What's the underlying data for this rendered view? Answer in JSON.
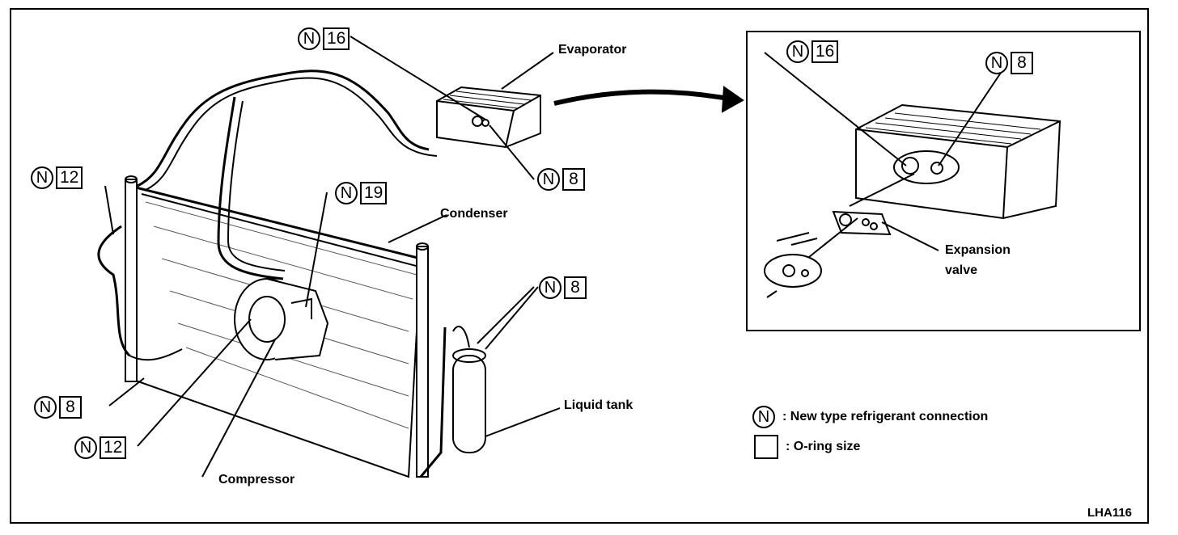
{
  "figure_id": "LHA116",
  "labels": {
    "evaporator": "Evaporator",
    "condenser": "Condenser",
    "liquid_tank": "Liquid tank",
    "compressor": "Compressor",
    "expansion_valve_line1": "Expansion",
    "expansion_valve_line2": "valve"
  },
  "callouts": {
    "evap_top": {
      "n": "N",
      "size": "16"
    },
    "evap_bottom": {
      "n": "N",
      "size": "8"
    },
    "left_top": {
      "n": "N",
      "size": "12"
    },
    "compressor": {
      "n": "N",
      "size": "19"
    },
    "left_bottom": {
      "n": "N",
      "size": "8"
    },
    "compressor_left": {
      "n": "N",
      "size": "12"
    },
    "liquid_tank": {
      "n": "N",
      "size": "8"
    },
    "inset_left": {
      "n": "N",
      "size": "16"
    },
    "inset_right": {
      "n": "N",
      "size": "8"
    }
  },
  "legend": {
    "n_symbol": "N",
    "n_text": ": New type refrigerant connection",
    "box_text": ": O-ring size"
  }
}
